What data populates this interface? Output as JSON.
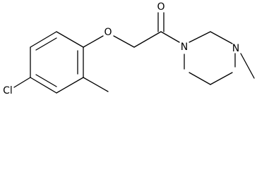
{
  "molecule": {
    "atoms": {
      "chlorine": "Cl",
      "ether_oxygen": "O",
      "carbonyl_oxygen": "O",
      "amide_nitrogen": "N",
      "methyl_nitrogen": "N"
    }
  }
}
